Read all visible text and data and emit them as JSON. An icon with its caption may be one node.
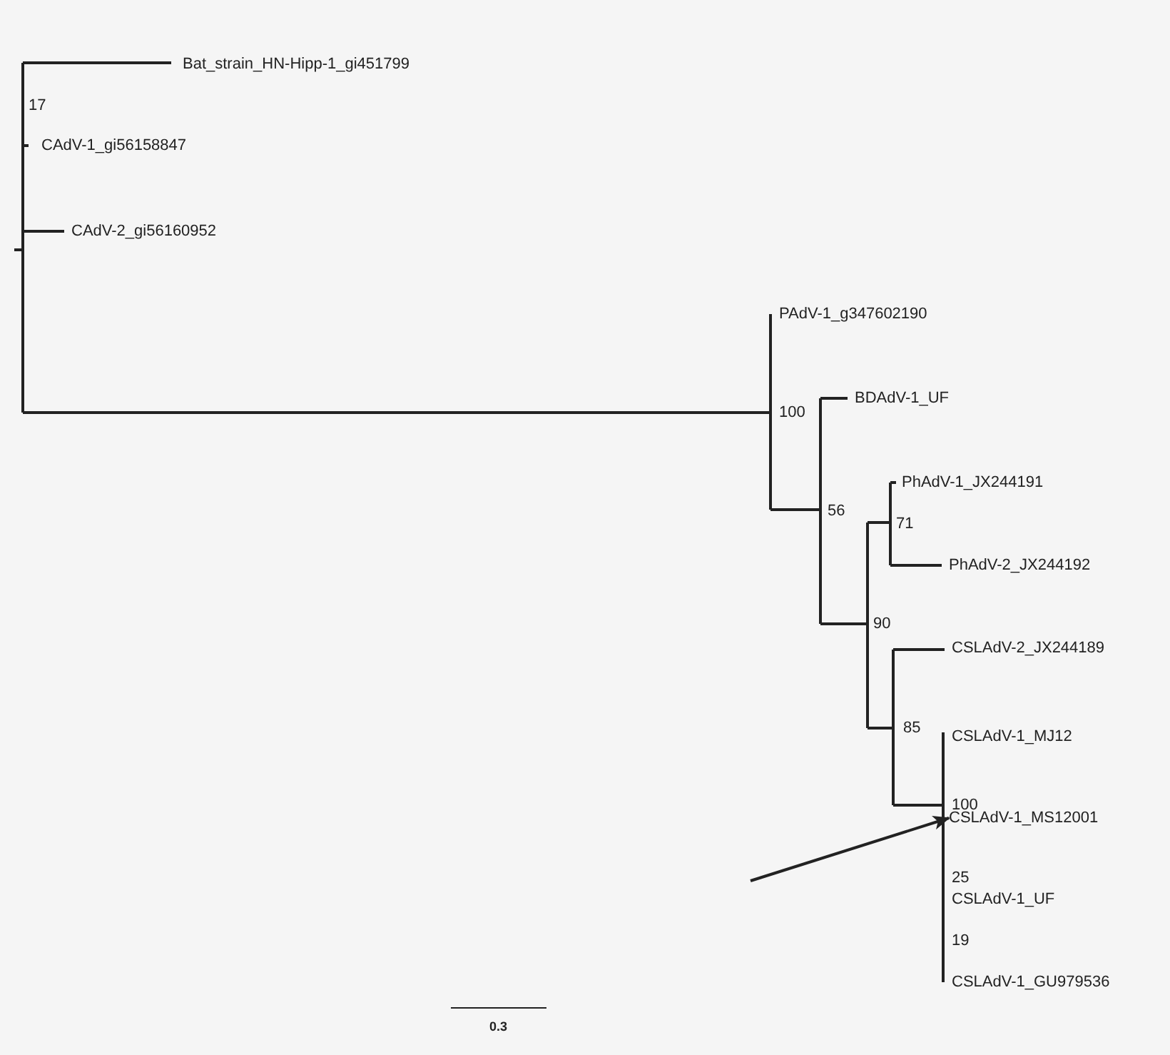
{
  "diagram": {
    "nodes": [
      {
        "text": [
          "Bat_strain_HN-Hipp-1_gi451799"
        ]
      },
      {
        "text": [
          "CAdV-1_gi56158847"
        ]
      },
      {
        "text": [
          "CAdV-2_gi56160952"
        ]
      },
      {
        "text": [
          "PAdV-1_g347602190"
        ]
      },
      {
        "text": [
          "BDAdV-1_UF"
        ]
      },
      {
        "text": [
          "PhAdV-1_JX244191"
        ]
      },
      {
        "text": [
          "PhAdV-2_JX244192"
        ]
      },
      {
        "text": [
          "CSLAdV-2_JX244189"
        ]
      },
      {
        "text": [
          "CSLAdV-1_MJ12"
        ]
      },
      {
        "text": [
          "CSLAdV-1_MS12001"
        ]
      },
      {
        "text": [
          "CSLAdV-1_UF"
        ]
      },
      {
        "text": [
          "CSLAdV-1_GU979536"
        ]
      }
    ],
    "edges": [
      {
        "from": null,
        "to": 9,
        "arrow": "to"
      }
    ],
    "labels": [
      "17",
      "100",
      "56",
      "71",
      "90",
      "85",
      "100",
      "25",
      "19",
      "0.3"
    ]
  }
}
